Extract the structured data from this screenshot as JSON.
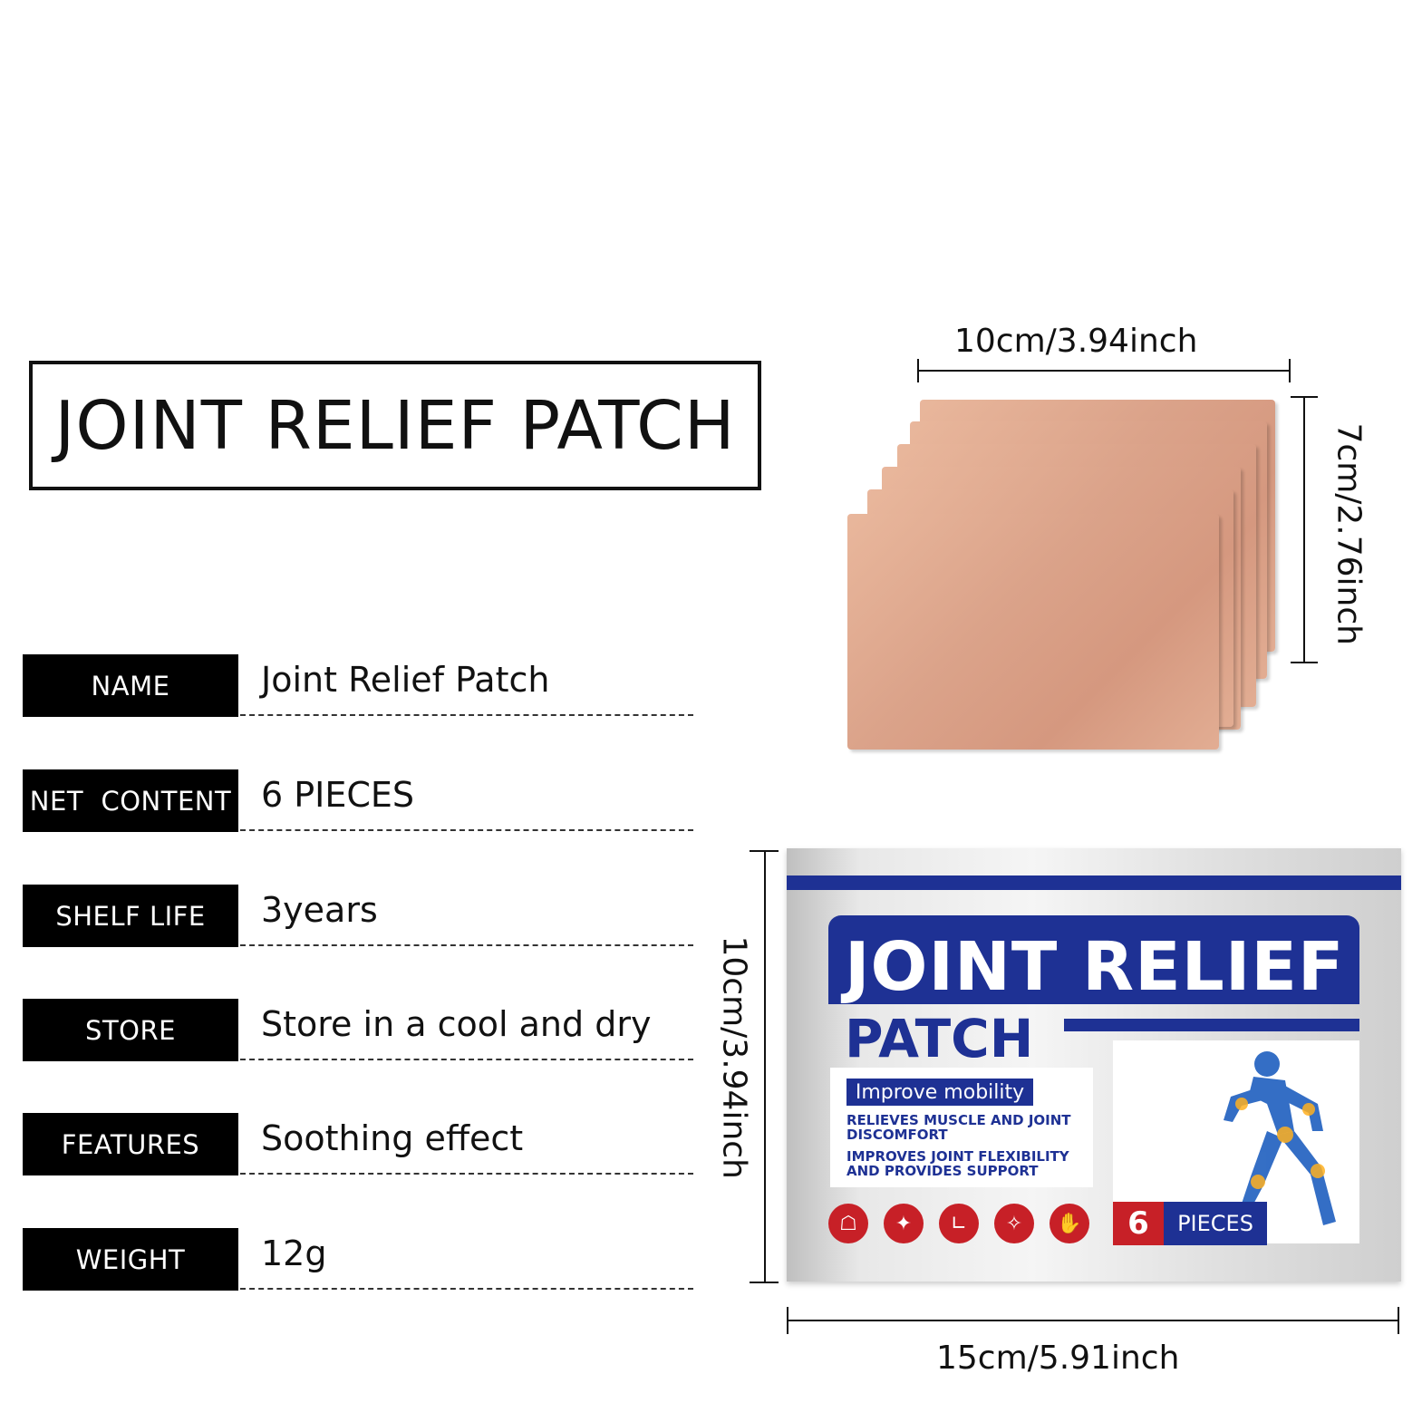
{
  "title": "JOINT RELIEF PATCH",
  "specs": [
    {
      "label": "NAME",
      "value": "Joint Relief Patch"
    },
    {
      "label": "NET  CONTENT",
      "value": "6 PIECES"
    },
    {
      "label": "SHELF LIFE",
      "value": "3years"
    },
    {
      "label": "STORE",
      "value": "Store in a cool and dry"
    },
    {
      "label": "FEATURES",
      "value": "Soothing effect"
    },
    {
      "label": "WEIGHT",
      "value": "12g"
    }
  ],
  "dimensions": {
    "patch_width": "10cm/3.94inch",
    "patch_height": "7cm/2.76inch",
    "pack_height": "10cm/3.94inch",
    "pack_width": "15cm/5.91inch"
  },
  "package": {
    "title": "JOINT RELIEF",
    "subtitle": "PATCH",
    "badge": "Improve mobility",
    "feature_1": "RELIEVES MUSCLE AND JOINT DISCOMFORT",
    "feature_2": "IMPROVES JOINT FLEXIBILITY AND PROVIDES SUPPORT",
    "count": "6",
    "pieces": "PIECES",
    "icons": [
      "back-pain-icon",
      "knee-icon",
      "foot-icon",
      "shoulder-icon",
      "hand-icon"
    ]
  },
  "colors": {
    "brand_blue": "#1e3194",
    "brand_red": "#c72027",
    "label_bg": "#000000"
  }
}
